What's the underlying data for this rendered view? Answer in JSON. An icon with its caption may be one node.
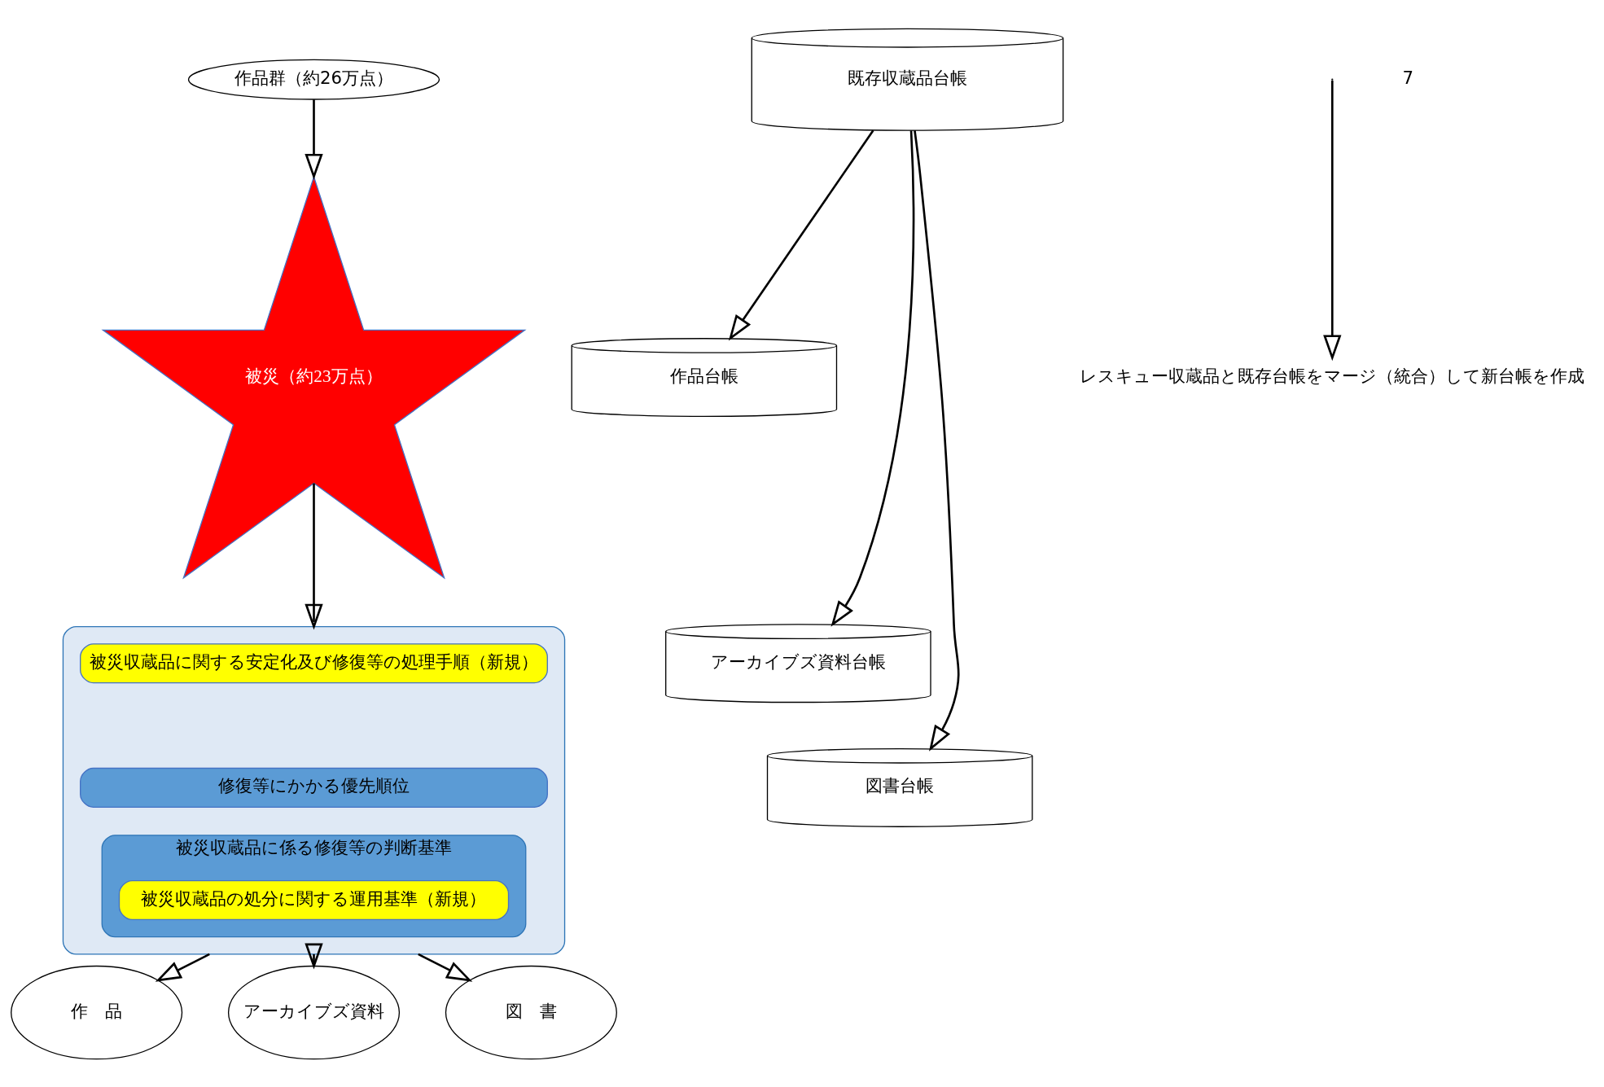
{
  "diagram": {
    "nodes": [
      {
        "text": [
          "作品群（約26万点）"
        ]
      },
      {
        "text": [
          "被災（約23万点）"
        ]
      },
      {
        "text": [],
        "shape": "box"
      },
      {
        "text": [
          "被災収蔵品に関する安定化及び修復等の処理手順（新規）"
        ],
        "in": 2
      },
      {
        "text": [
          "修復等にかかる優先順位"
        ],
        "in": 2
      },
      {
        "text": [
          "被災収蔵品に係る修復等の判断基準"
        ],
        "in": 2
      },
      {
        "text": [
          "被災収蔵品の処分に関する運用基準（新規）"
        ],
        "in": 5
      },
      {
        "text": [
          "作　品"
        ]
      },
      {
        "text": [
          "アーカイブズ資料"
        ]
      },
      {
        "text": [
          "図　書"
        ]
      },
      {
        "text": [
          "既存収蔵品台帳"
        ]
      },
      {
        "text": [
          "作品台帳"
        ]
      },
      {
        "text": [
          "アーカイブズ資料台帳"
        ]
      },
      {
        "text": [
          "図書台帳"
        ]
      },
      {
        "text": [
          "レスキュー収蔵品と既存台帳をマージ（統合）して新台帳を作成"
        ]
      }
    ],
    "edges": [
      {
        "from": 0,
        "to": 1,
        "arrow": "to"
      },
      {
        "from": 1,
        "to": 2,
        "arrow": "to"
      },
      {
        "from": 2,
        "to": 7,
        "arrow": "to"
      },
      {
        "from": 2,
        "to": 8,
        "arrow": "to"
      },
      {
        "from": 2,
        "to": 9,
        "arrow": "to"
      },
      {
        "from": null,
        "to": 14,
        "arrow": "to"
      },
      {
        "from": 10,
        "to": 11,
        "arrow": "to"
      },
      {
        "from": 10,
        "to": 12,
        "arrow": "to"
      },
      {
        "from": 10,
        "to": 13,
        "arrow": "to"
      }
    ],
    "labels": [
      "7"
    ]
  }
}
